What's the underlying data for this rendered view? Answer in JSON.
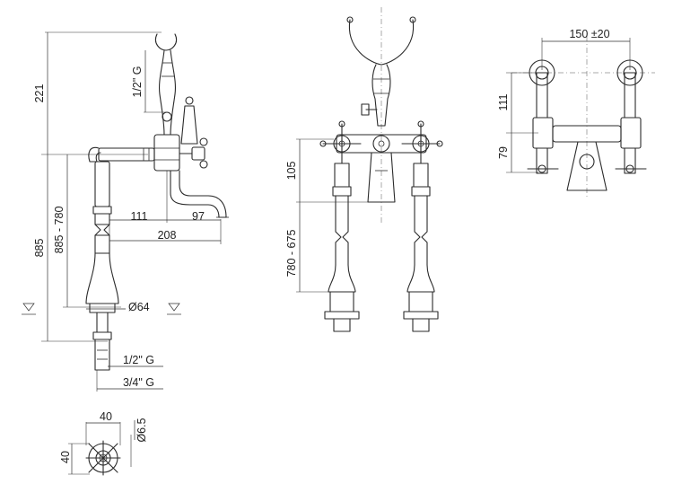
{
  "side_view": {
    "dim_221": "221",
    "dim_half_inch_top": "1/2\" G",
    "dim_885": "885",
    "dim_885_780": "885 - 780",
    "dim_111": "111",
    "dim_97": "97",
    "dim_208": "208",
    "dim_dia64": "Ø64",
    "dim_half_inch_bottom": "1/2\" G",
    "dim_three_quarter": "3/4\" G"
  },
  "front_view": {
    "dim_105": "105",
    "dim_780_675": "780 - 675"
  },
  "top_view": {
    "dim_150": "150 ±20",
    "dim_111": "111",
    "dim_79": "79"
  },
  "base_view": {
    "dim_40_width": "40",
    "dim_40_height": "40",
    "dim_dia6_5": "Ø6.5"
  }
}
